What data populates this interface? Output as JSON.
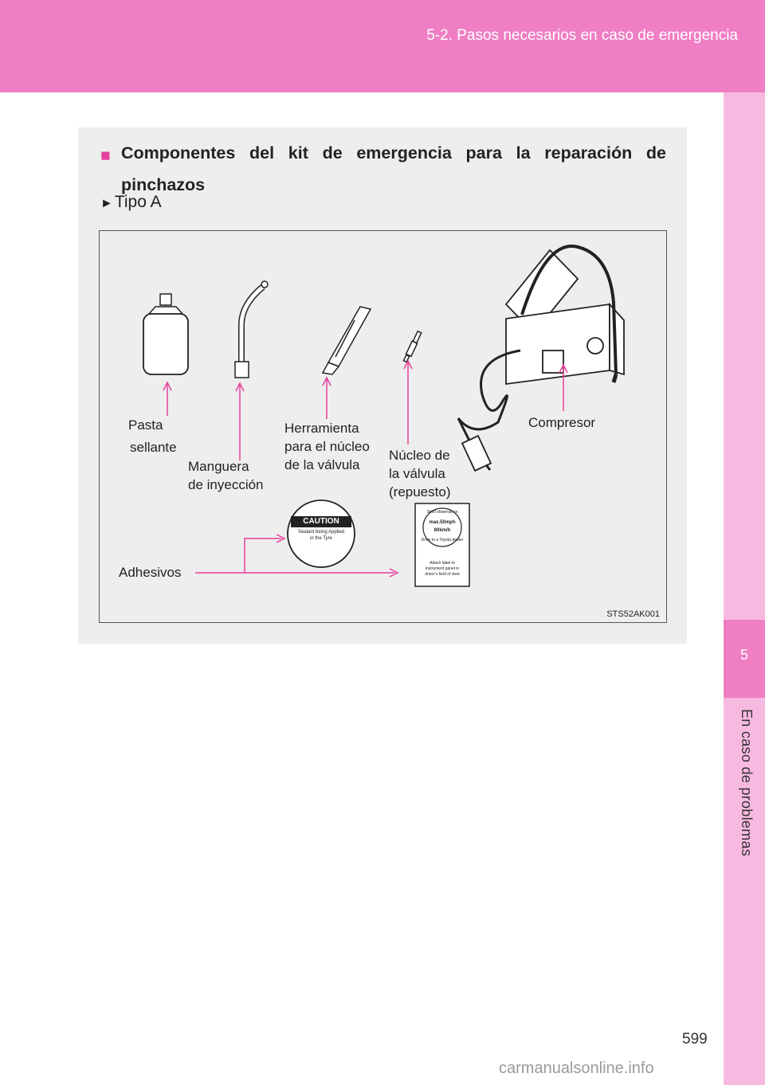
{
  "header": {
    "title": "5-2. Pasos necesarios en caso de emergencia"
  },
  "sidebar": {
    "chapter_number": "5",
    "chapter_label": "En caso de problemas"
  },
  "section": {
    "heading": "Componentes del kit de emergencia para la reparación de pinchazos",
    "bullet_icon": "square-bullet-icon",
    "subheading": "Tipo A",
    "sub_icon": "right-triangle-icon"
  },
  "figure": {
    "labels": {
      "pasta": "Pasta",
      "sellante": "sellante",
      "manguera": "Manguera",
      "inyeccion": "de inyección",
      "herramienta": "Herramienta",
      "para": "para el núcleo",
      "valvula": "de la válvula",
      "nucleo": "Núcleo de",
      "la_valvula": "la válvula",
      "repuesto": "(repuesto)",
      "compresor": "Compresor",
      "adhesivos": "Adhesivos"
    },
    "sticker_caution": {
      "title": "CAUTION",
      "line1": "Sealant being Applied",
      "line2": "in the Tyre"
    },
    "sticker_speed": {
      "top": "Strict observance",
      "speed_mph": "max.50mph",
      "speed_kmh": "80km/h",
      "bottom": "Drive to a Toyota dealer",
      "attach1": "Attach label to",
      "attach2": "instrument panel in",
      "attach3": "driver's field of view"
    },
    "code": "STS52AK001"
  },
  "page_number": "599",
  "watermark": "carmanualsonline.info",
  "colors": {
    "accent": "#f07ec4",
    "leader": "#e83e9c",
    "panel": "#eeeeee"
  }
}
